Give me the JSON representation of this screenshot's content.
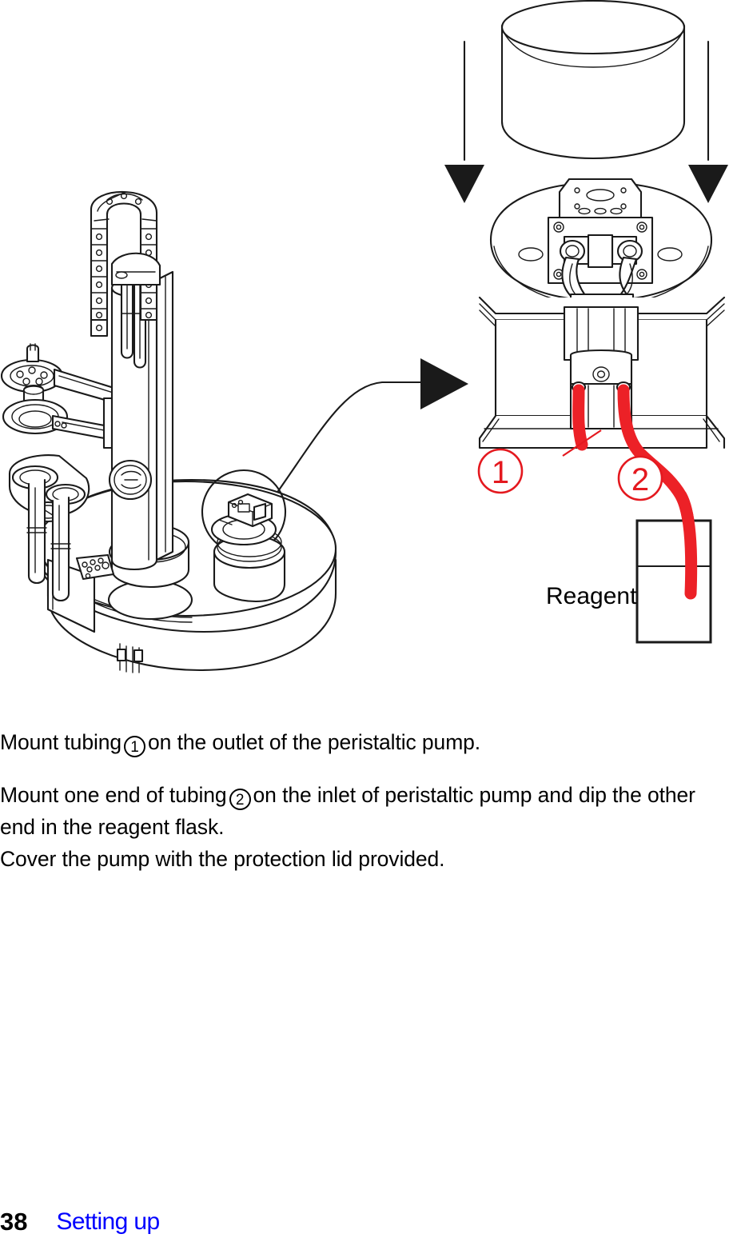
{
  "document": {
    "type": "instruction-manual-page",
    "figure_caption": ""
  },
  "figure": {
    "left_view": {
      "name": "titrator-instrument-overview",
      "description": "Isometric line drawing of benchtop titration instrument with robotic arm, cable chain, probe head and circular turntable base",
      "detail_circle_label": ""
    },
    "zoom_arrow": {
      "name": "detail-zoom-arrow",
      "direction": "right"
    },
    "right_view": {
      "name": "peristaltic-pump-detail",
      "description": "Close-up of peristaltic pump head mounted on instrument column with tubing routed to reagent flask",
      "lid": {
        "label": "",
        "description": "Cylindrical protection lid shown above pump"
      },
      "install_arrows": 2
    },
    "callouts": [
      {
        "id": "1",
        "label": "1",
        "target": "pump-outlet-tubing"
      },
      {
        "id": "2",
        "label": "2",
        "target": "pump-inlet-tubing"
      }
    ],
    "flask": {
      "label": "Reagent"
    }
  },
  "colors": {
    "tubing_red": "#ec2127",
    "callout_red": "#e4191f",
    "line_black": "#1a1a1a",
    "footer_blue": "#0000ff"
  },
  "body": {
    "paragraph_1": {
      "before": "Mount tubing",
      "marker": "1",
      "after": "on the outlet of the peristaltic pump."
    },
    "paragraph_2": {
      "before": "Mount one end of tubing",
      "marker": "2",
      "after": "on the inlet of peristaltic pump and dip the other end in the reagent flask."
    },
    "paragraph_3": {
      "text": "Cover the pump with the protection lid provided."
    }
  },
  "footer": {
    "page_number": "38",
    "section": "Setting up"
  }
}
